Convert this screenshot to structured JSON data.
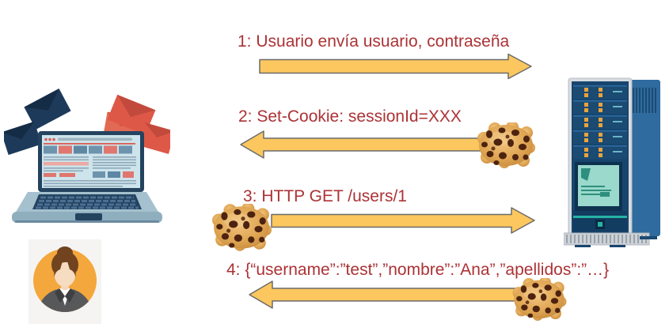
{
  "diagram": {
    "description": "cookie-session-sequence",
    "messages": [
      {
        "label": "1: Usuario envía usuario, contraseña",
        "direction": "right",
        "cookie_position": "none"
      },
      {
        "label": "2: Set-Cookie: sessionId=XXX",
        "direction": "left",
        "cookie_position": "right"
      },
      {
        "label": "3: HTTP GET /users/1",
        "direction": "right",
        "cookie_position": "left"
      },
      {
        "label": "4: {“username”:”test”,”nombre”:”Ana”,”apellidos”:”…}",
        "direction": "left",
        "cookie_position": "right"
      }
    ],
    "actors": {
      "client_icon": "laptop-with-emails",
      "user_icon": "woman-avatar",
      "server_icon": "server-tower"
    },
    "cookie_icon": "chocolate-chip-cookie",
    "colors": {
      "label_text": "#AC3235",
      "arrow_fill": "#FBC75E",
      "arrow_stroke": "#6B6B6B",
      "server_blue": "#17456E",
      "avatar_orange": "#F3A73C"
    }
  }
}
